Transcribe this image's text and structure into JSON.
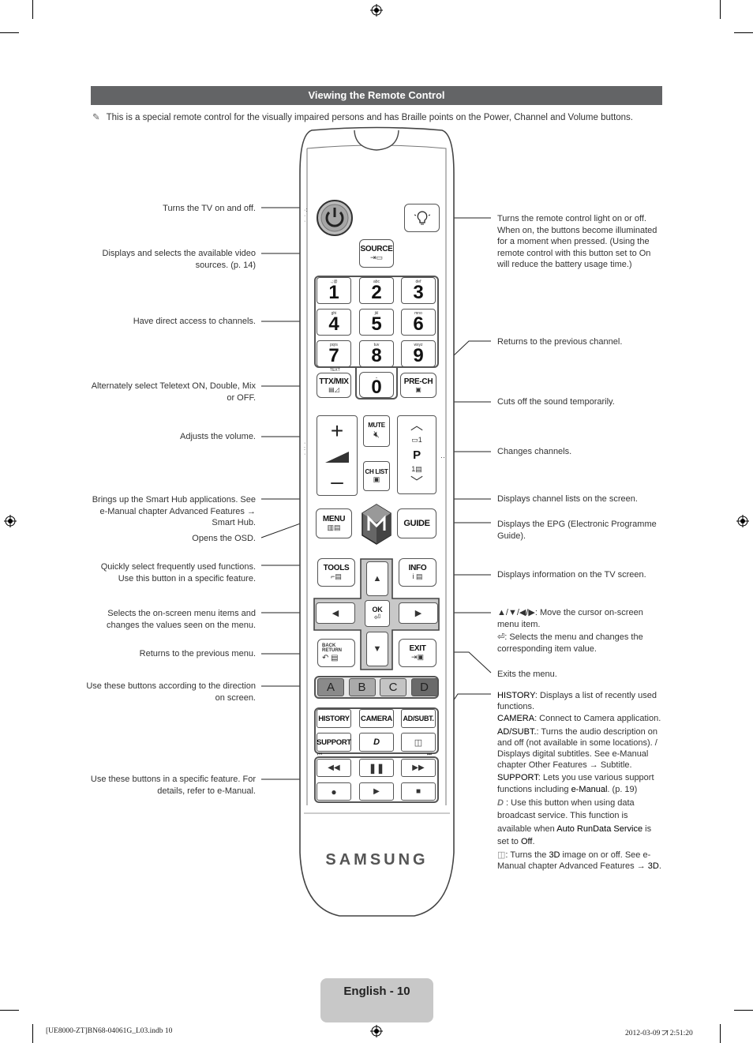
{
  "header": {
    "title": "Viewing the Remote Control"
  },
  "note": "This is a special remote control for the visually impaired persons and has Braille points on the Power, Channel and Volume buttons.",
  "left_labels": {
    "power": "Turns the TV on and off.",
    "source": "Displays and selects the available video sources. (p. 14)",
    "numbers": "Have direct access to channels.",
    "teletext": "Alternately select Teletext ON, Double, Mix or OFF.",
    "volume": "Adjusts the volume.",
    "smarthub": "Brings up the Smart Hub applications. See e-Manual chapter Advanced Features → Smart Hub.",
    "menu": "Opens the OSD.",
    "tools": "Quickly select frequently used functions. Use this button in a specific feature.",
    "cursor": "Selects the on-screen menu items and changes the values seen on the menu.",
    "return": "Returns to the previous menu.",
    "color": "Use these buttons according to the direction on screen.",
    "media": "Use these buttons in a specific feature. For details, refer to e-Manual."
  },
  "right_labels": {
    "light": "Turns the remote control light on or off. When on, the buttons become illuminated for a moment when pressed. (Using the remote control with this button set to On will reduce the battery usage time.)",
    "prech": "Returns to the previous channel.",
    "mute": "Cuts off the sound temporarily.",
    "channel": "Changes channels.",
    "chlist": "Displays channel lists on the screen.",
    "guide": "Displays the EPG (Electronic Programme Guide).",
    "info": "Displays information on the TV screen.",
    "arrows": "▲/▼/◀/▶: Move the cursor on-screen menu item.",
    "enter": ": Selects the menu and changes the corresponding item value.",
    "exit": "Exits the menu.",
    "history_label": "HISTORY",
    "history": ": Displays a list of recently used functions.",
    "camera_label": "CAMERA",
    "camera": ": Connect to Camera application.",
    "adsubt_label": "AD/SUBT.",
    "adsubt": ": Turns the audio description on and off (not available in some locations). / Displays digital subtitles. See e-Manual chapter Other Features → Subtitle.",
    "support_label": "SUPPORT",
    "support_a": ": Lets you use various support functions including ",
    "support_em": "e-Manual",
    "support_b": ". (p. 19)",
    "data_a": " : Use this button when using data broadcast service. This function is available when ",
    "data_b": "Auto RunData Service",
    "data_c": " is set to ",
    "data_d": "Off",
    "data_e": ".",
    "threed_a": ": Turns the ",
    "threed_b": "3D",
    "threed_c": " image on or off. See e-Manual chapter Advanced Features → ",
    "threed_d": "3D",
    "threed_e": "."
  },
  "remote": {
    "source": "SOURCE",
    "keys": [
      {
        "n": "1",
        "s": ".,;@"
      },
      {
        "n": "2",
        "s": "abc"
      },
      {
        "n": "3",
        "s": "def"
      },
      {
        "n": "4",
        "s": "ghi"
      },
      {
        "n": "5",
        "s": "jkl"
      },
      {
        "n": "6",
        "s": "mno"
      },
      {
        "n": "7",
        "s": "pqrs"
      },
      {
        "n": "8",
        "s": "tuv"
      },
      {
        "n": "9",
        "s": "wxyz"
      }
    ],
    "text_small": "TEXT",
    "ttx": "TTX/MIX",
    "zero": "0",
    "prech": "PRE-CH",
    "mute": "MUTE",
    "chlist": "CH LIST",
    "p": "P",
    "menu": "MENU",
    "guide": "GUIDE",
    "tools": "TOOLS",
    "info": "INFO",
    "ok": "OK",
    "back": "BACK",
    "return": "RETURN",
    "exit": "EXIT",
    "colors": [
      {
        "label": "A",
        "color": "#8a8a8a"
      },
      {
        "label": "B",
        "color": "#aaaaaa"
      },
      {
        "label": "C",
        "color": "#c4c4c4"
      },
      {
        "label": "D",
        "color": "#6a6a6a"
      }
    ],
    "history": "HISTORY",
    "camera": "CAMERA",
    "adsubt": "AD/SUBT.",
    "support": "SUPPORT",
    "d": "D",
    "brand": "SAMSUNG"
  },
  "footer": {
    "page": "English - 10",
    "file": "[UE8000-ZT]BN68-04061G_L03.indb   10",
    "date": "2012-03-09   ꠀ 2:51:20"
  }
}
